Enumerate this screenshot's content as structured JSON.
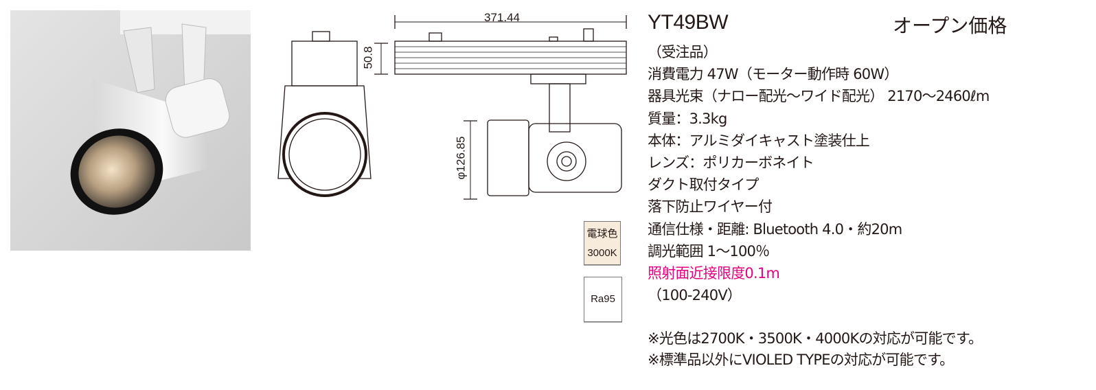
{
  "product": {
    "model": "YT49BW",
    "price": "オープン価格"
  },
  "dimensions": {
    "length": "371.44",
    "height": "50.8",
    "diameter": "φ126.85"
  },
  "badges": {
    "color_name": "電球色",
    "color_temp": "3000K",
    "ra": "Ra95"
  },
  "specs": [
    "（受注品）",
    "消費電力 47W（モーター動作時 60W）",
    "器具光束（ナロー配光〜ワイド配光） 2170〜2460ℓm",
    "質量：3.3kg",
    "本体：アルミダイキャスト塗装仕上",
    "レンズ：ポリカーボネイト",
    "ダクト取付タイプ",
    "落下防止ワイヤー付",
    "通信仕様・距離: Bluetooth 4.0・約20m",
    "調光範囲 1〜100％",
    "照射面近接限度0.1m",
    "（100-240V）"
  ],
  "notes": [
    "※光色は2700K・3500K・4000Kの対応が可能です。",
    "※標準品以外にVIOLED TYPEの対応が可能です。"
  ],
  "colors": {
    "highlight": "#e4007f",
    "badge_bg": "#f7ecdc"
  }
}
